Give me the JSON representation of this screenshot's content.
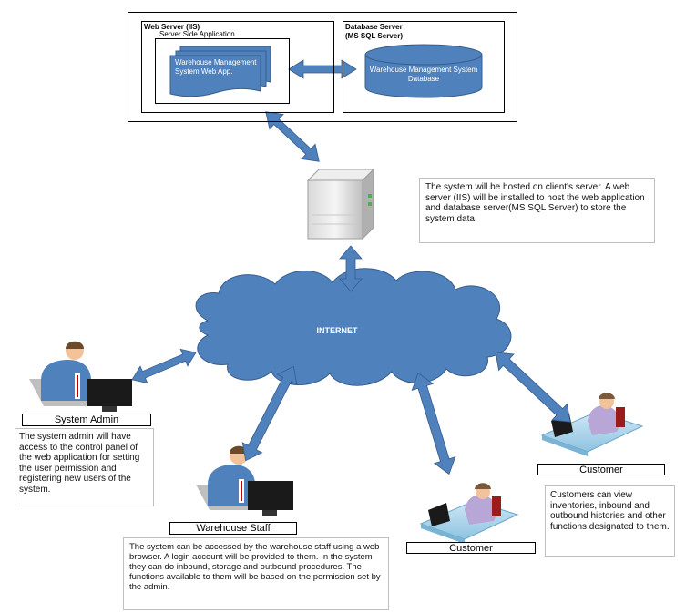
{
  "server_box": {
    "web_server_title": "Web Server (IIS)",
    "server_side_app_label": "Server Side Application",
    "web_app_label": "Warehouse Management System Web App.",
    "db_server_title_line1": "Database Server",
    "db_server_title_line2": "(MS SQL Server)",
    "db_label": "Warehouse Management System Database"
  },
  "hosting_note": "The system will be hosted on client's server. A web server (IIS) will be installed to host the web application and database server(MS SQL Server) to store the system data.",
  "internet_label": "INTERNET",
  "roles": {
    "system_admin": "System Admin",
    "warehouse_staff": "Warehouse Staff",
    "customer_left": "Customer",
    "customer_right": "Customer"
  },
  "notes": {
    "admin": "The system admin will have access to the control panel of the web application for setting the user permission and registering new users of the system.",
    "staff": "The system can be accessed by the warehouse staff using a web browser. A login account will be provided to them. In the system they can do inbound, storage and outbound procedures. The functions available to them will be based on the permission set by the admin.",
    "customer": "Customers can view inventories, inbound and outbound histories and other functions designated to them."
  },
  "colors": {
    "shape_fill": "#4f81bd",
    "shape_stroke": "#385d8a",
    "arrow_fill": "#4f81bd"
  }
}
